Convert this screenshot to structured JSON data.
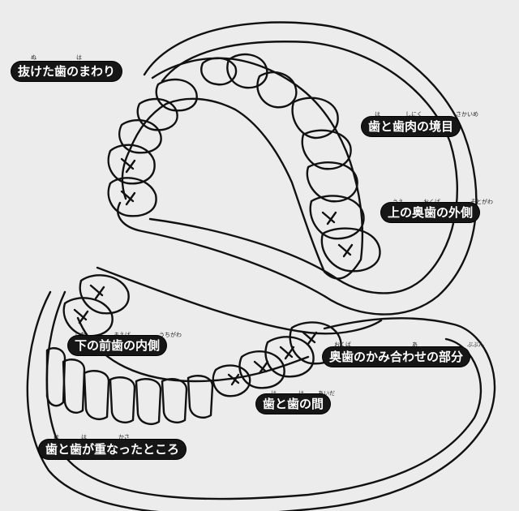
{
  "labels": {
    "missing_tooth_area": {
      "text": "抜けた歯のまわり",
      "ruby1": "ぬ",
      "ruby2": "は"
    },
    "gum_line": {
      "text": "歯と歯肉の境目",
      "ruby1": "は",
      "ruby2": "しにく",
      "ruby3": "さかいめ"
    },
    "upper_back_outer": {
      "text": "上の奥歯の外側",
      "ruby1": "うえ",
      "ruby2": "おくば",
      "ruby3": "そとがわ"
    },
    "lower_front_inner": {
      "text": "下の前歯の内側",
      "ruby1": "した",
      "ruby2": "まえば",
      "ruby3": "うちがわ"
    },
    "back_teeth_bite": {
      "text": "奥歯のかみ合わせの部分",
      "ruby1": "おくば",
      "ruby2": "あ",
      "ruby3": "ぶぶん"
    },
    "between_teeth": {
      "text": "歯と歯の間",
      "ruby1": "は",
      "ruby2": "は",
      "ruby3": "あいだ"
    },
    "overlap_area": {
      "text": "歯と歯が重なったところ",
      "ruby1": "は",
      "ruby2": "は",
      "ruby3": "かさ"
    }
  },
  "colors": {
    "background": "#ececec",
    "line": "#111111",
    "label_bg": "#161616",
    "label_text": "#ffffff"
  }
}
